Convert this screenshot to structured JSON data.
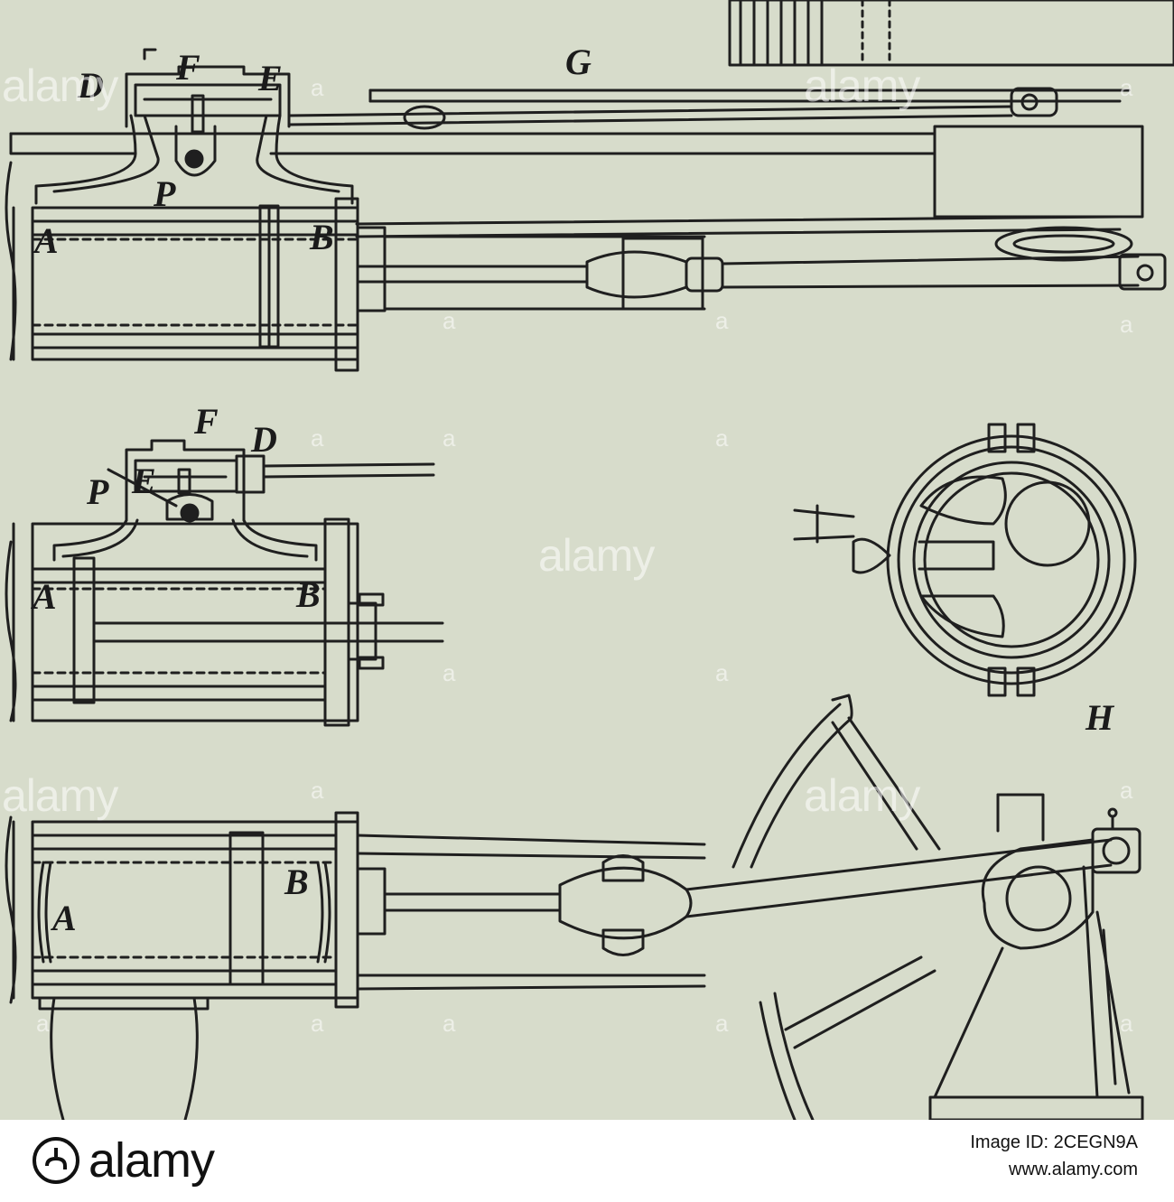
{
  "figure": {
    "labels": {
      "top": {
        "A": "A",
        "B": "B",
        "D": "D",
        "E": "E",
        "F": "F",
        "G": "G",
        "P": "P"
      },
      "middle": {
        "A": "A",
        "B": "B",
        "D": "D",
        "E": "E",
        "F": "F",
        "P": "P"
      },
      "section": {
        "H": "H"
      },
      "bottom": {
        "A": "A",
        "B": "B"
      }
    },
    "watermark_text": "alamy",
    "watermark_mark": "a"
  },
  "footer": {
    "logo_text": "alamy",
    "image_id_label": "Image ID:",
    "image_id": "2CEGN9A",
    "site_url": "www.alamy.com"
  }
}
